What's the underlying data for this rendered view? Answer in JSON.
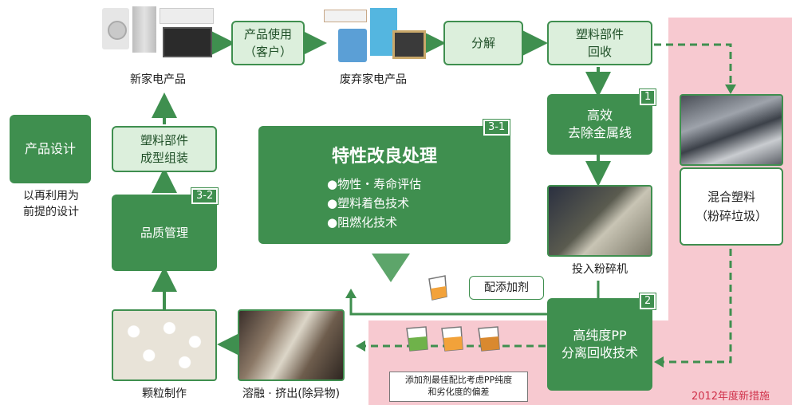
{
  "colors": {
    "green_dark": "#3f8f4f",
    "green_light": "#dcefdc",
    "pink": "#f7c9d0",
    "red_text": "#d0314a"
  },
  "nodes": {
    "new_appliances": "新家电产品",
    "product_use": "产品使用\n（客户）",
    "waste_appliances": "废弃家电产品",
    "disassembly": "分解",
    "plastic_recovery": "塑料部件\n回收",
    "product_design": "产品设计",
    "product_design_note": "以再利用为\n前提的设计",
    "molding_assembly": "塑料部件\n成型组装",
    "quality_mgmt": "品质管理",
    "wire_removal": "高效\n去除金属线",
    "crusher": "投入粉碎机",
    "pp_separation": "高纯度PP\n分离回收技术",
    "mixed_plastic": "混合塑料\n（粉碎垃圾）",
    "pellet": "颗粒制作",
    "melt_extrude": "溶融 · 挤出(除异物)",
    "additive": "配添加剂",
    "additive_note": "添加剂最佳配比考虑PP纯度\n和劣化度的偏差",
    "new_measure_2012": "2012年度新措施"
  },
  "improvement": {
    "title": "特性改良处理",
    "items": [
      "●物性・寿命评估",
      "●塑料着色技术",
      "●阻燃化技术"
    ]
  },
  "badges": {
    "b1": "1",
    "b2": "2",
    "b31": "3-1",
    "b32": "3-2"
  }
}
